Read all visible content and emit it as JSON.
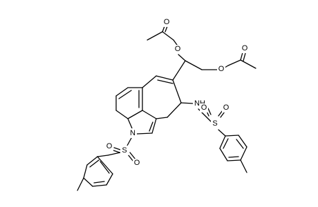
{
  "molecule": {
    "atom_labels": {
      "o_acetate1_carbonyl": "O",
      "o_acetate1_ester": "O",
      "o_acetate2_carbonyl": "O",
      "o_acetate2_ester": "O",
      "nh_sulfonamide": "NH",
      "s_sulfonamide": "S",
      "o_sulfonamide_left": "O",
      "o_sulfonamide_right": "O",
      "n_indole": "N",
      "s_indole": "S",
      "o_indole_left": "O",
      "o_indole_right": "O"
    }
  }
}
